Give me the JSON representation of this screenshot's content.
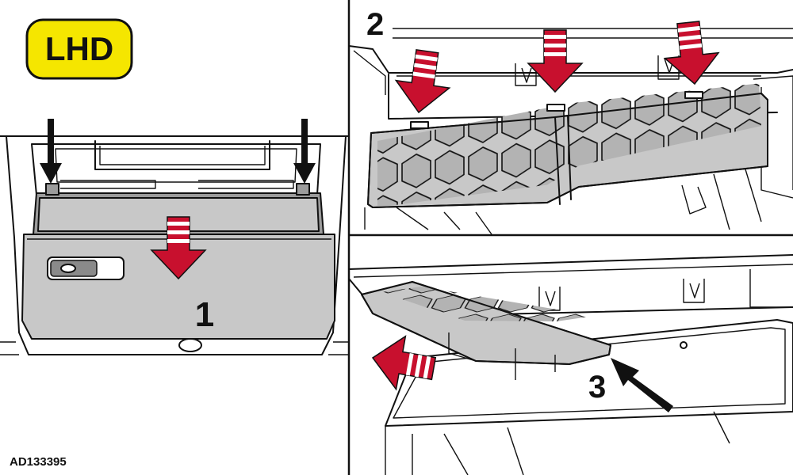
{
  "badge": {
    "text": "LHD",
    "fill": "#f5e600"
  },
  "steps": {
    "one": "1",
    "two": "2",
    "three": "3"
  },
  "figure_code": "AD133395",
  "colors": {
    "red_arrow": "#c8102e",
    "black_arrow": "#111111",
    "part_grey": "#c8c8c8"
  },
  "icons": [
    "down-arrow-icon",
    "red-striped-arrow-icon",
    "black-arrow-icon"
  ]
}
